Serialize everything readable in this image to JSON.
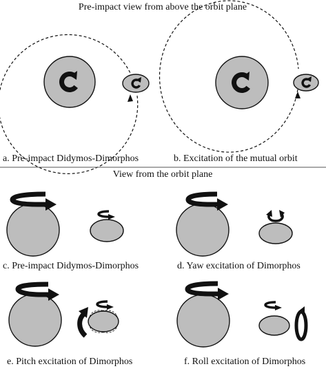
{
  "top_title": "Pre-impact view from above the orbit plane",
  "mid_title": "View from the orbit plane",
  "captions": {
    "a": "a. Pre-impact Didymos-Dimorphos",
    "b": "b. Excitation of the mutual orbit",
    "c": "c. Pre-impact Didymos-Dimorphos",
    "d": "d. Yaw excitation of Dimorphos",
    "e": "e. Pitch excitation of Dimorphos",
    "f": "f. Roll excitation of Dimorphos"
  },
  "icons": {
    "spin": "circular-arrow-icon",
    "rotation": "curved-arrow-icon"
  },
  "colors": {
    "body_fill": "#bdbdbd",
    "stroke": "#111111",
    "background": "#ffffff"
  }
}
